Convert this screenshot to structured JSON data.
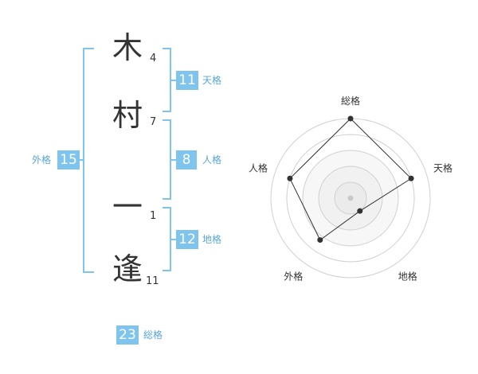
{
  "name": {
    "chars": [
      {
        "char": "木",
        "strokes": "4"
      },
      {
        "char": "村",
        "strokes": "7"
      },
      {
        "char": "一",
        "strokes": "1"
      },
      {
        "char": "逢",
        "strokes": "11"
      }
    ]
  },
  "kakusu": {
    "tenkaku": {
      "value": "11",
      "label": "天格"
    },
    "jinkaku": {
      "value": "8",
      "label": "人格"
    },
    "chikaku": {
      "value": "12",
      "label": "地格"
    },
    "gaikaku": {
      "value": "15",
      "label": "外格"
    },
    "soukaku": {
      "value": "23",
      "label": "総格"
    }
  },
  "colors": {
    "accent": "#7fc4ec",
    "label": "#5aa5d6"
  },
  "chart_data": {
    "type": "radar",
    "axes": [
      "総格",
      "天格",
      "地格",
      "外格",
      "人格"
    ],
    "values": [
      1.0,
      0.8,
      0.2,
      0.65,
      0.8
    ],
    "rings": 5,
    "range": [
      0,
      1
    ]
  }
}
